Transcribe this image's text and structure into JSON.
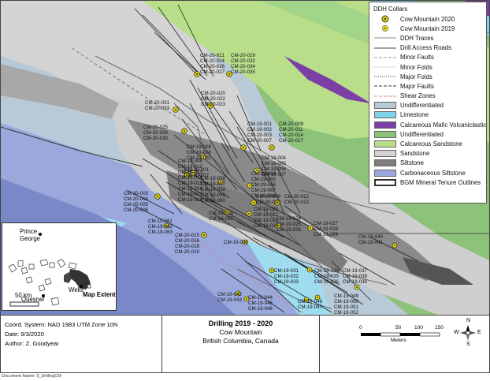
{
  "legend": {
    "title": "DDH Collars",
    "items": [
      {
        "label": "Cow Mountain 2020",
        "kind": "collar2020"
      },
      {
        "label": "Cow Mountain 2019",
        "kind": "collar2019"
      },
      {
        "label": "DDH Traces",
        "kind": "line",
        "color": "#888888"
      },
      {
        "label": "Drill Access Roads",
        "kind": "line",
        "color": "#444444"
      },
      {
        "label": "Minor Faults",
        "kind": "dash",
        "color": "#999999"
      },
      {
        "label": "Minor Folds",
        "kind": "dot",
        "color": "#999999"
      },
      {
        "label": "Major Folds",
        "kind": "dot",
        "color": "#333333"
      },
      {
        "label": "Major Faults",
        "kind": "dash",
        "color": "#333333"
      },
      {
        "label": "Shear Zones",
        "kind": "dash",
        "color": "#e08080"
      },
      {
        "label": "Undifferentiated",
        "kind": "swatch",
        "color": "#b8cad8"
      },
      {
        "label": "Limestone",
        "kind": "swatch",
        "color": "#7fd3ea"
      },
      {
        "label": "Calcareous Mafic Volcaniclastic",
        "kind": "swatch",
        "color": "#7b3fa6"
      },
      {
        "label": "Undifferentiated",
        "kind": "swatch",
        "color": "#8cc27a"
      },
      {
        "label": "Calcareous Sandstone",
        "kind": "swatch",
        "color": "#b8de8a"
      },
      {
        "label": "Sandstone",
        "kind": "swatch",
        "color": "#d4d4d4"
      },
      {
        "label": "Siltstone",
        "kind": "swatch",
        "color": "#7d7d7d"
      },
      {
        "label": "Carbonaceous Siltstone",
        "kind": "swatch",
        "color": "#9aa8dc"
      },
      {
        "label": "BGM Mineral Tenure Outlines",
        "kind": "outline",
        "color": "#333333"
      }
    ]
  },
  "hole_labels": [
    {
      "lines": [
        "CM-20-021",
        "CM-20-024",
        "CM-20-026",
        "CM-20-027"
      ]
    },
    {
      "lines": [
        "CM-20-029",
        "CM-20-032",
        "CM-20-034",
        "CM-20-035"
      ]
    },
    {
      "lines": [
        "CM-20-020",
        "CM-20-022",
        "CM-20-023"
      ]
    },
    {
      "lines": [
        "CM-20-031",
        "CM-20-033"
      ]
    },
    {
      "lines": [
        "CM-19-001",
        "CM-19-002",
        "CM-19-003",
        "CM-20-007"
      ]
    },
    {
      "lines": [
        "CM-20-009",
        "CM-20-011",
        "CM-20-014",
        "CM-20-017"
      ]
    },
    {
      "lines": [
        "CM-20-025",
        "CM-20-028",
        "CM-20-030"
      ]
    },
    {
      "lines": [
        "CM-19-009",
        "CM-19-010",
        "CM-19-011"
      ]
    },
    {
      "lines": [
        "CM-19-004",
        "CM-19-005",
        "CM-19-006",
        "CM-19-007"
      ]
    },
    {
      "lines": [
        "CM-19-008",
        "CM-19-012",
        "CM-19-013",
        "CM-19-014",
        "CM-19-015",
        "CM-19-016",
        "CM-19-017",
        "CM-19-018"
      ]
    },
    {
      "lines": [
        "CM-20-001",
        "CM-20-002"
      ]
    },
    {
      "lines": [
        "CM-19-056",
        "CM-19-057",
        "CM-19-058",
        "CM-19-059",
        "CM-19-060"
      ]
    },
    {
      "lines": [
        "CM-19-064",
        "CM-19-065",
        "CM-19-066",
        "CM-19-067",
        "CM-19-068"
      ]
    },
    {
      "lines": [
        "CM-20-008",
        "CM-20-010"
      ]
    },
    {
      "lines": [
        "CM-20-012",
        "CM-20-013"
      ]
    },
    {
      "lines": [
        "CM-20-003",
        "CM-20-004",
        "CM-20-005",
        "CM-20-006"
      ]
    },
    {
      "lines": [
        "CM-19-019",
        "CM-19-055"
      ]
    },
    {
      "lines": [
        "CM-19-020",
        "CM-19-021",
        "CM-19-022",
        "CM-19-023"
      ]
    },
    {
      "lines": [
        "CM-19-024",
        "CM-19-025",
        "CM-19-026"
      ]
    },
    {
      "lines": [
        "CM-19-027",
        "CM-19-028",
        "CM-19-029"
      ]
    },
    {
      "lines": [
        "CM-19-061",
        "CM-19-062",
        "CM-19-063"
      ]
    },
    {
      "lines": [
        "CM-20-015",
        "CM-20-016",
        "CM-20-018",
        "CM-20-019"
      ]
    },
    {
      "lines": [
        "CM-19-030"
      ]
    },
    {
      "lines": [
        "CM-19-040",
        "CM-19-041"
      ]
    },
    {
      "lines": [
        "CM-19-031",
        "CM-19-032",
        "CM-19-033"
      ]
    },
    {
      "lines": [
        "CM-19-034",
        "CM-19-035",
        "CM-19-036"
      ]
    },
    {
      "lines": [
        "CM-19-037",
        "CM-19-038",
        "CM-19-039"
      ]
    },
    {
      "lines": [
        "CM-19-042",
        "CM-19-043"
      ]
    },
    {
      "lines": [
        "CM-19-044",
        "CM-19-045",
        "CM-19-046"
      ]
    },
    {
      "lines": [
        "CM-19-048",
        "CM-19-047"
      ]
    },
    {
      "lines": [
        "CM-19-049",
        "CM-19-050",
        "CM-19-051",
        "CM-19-052",
        "CM-19-053",
        "CM-19-054"
      ]
    }
  ],
  "inset": {
    "places": [
      "Prince George",
      "Quesnel",
      "Wells",
      "Map Extent"
    ],
    "scale_label": "50 km"
  },
  "footer": {
    "coord_system": "Coord. System: NAD 1983 UTM Zone 10N",
    "date": "Date: 9/3/2020",
    "author": "Author: Z. Goodyear",
    "title": "Drilling 2019 - 2020",
    "subtitle": "Cow Mountain",
    "region": "British Columbia, Canada",
    "scale_ticks": [
      "0",
      "50",
      "100",
      "150"
    ],
    "scale_unit": "Meters",
    "north": "N",
    "east": "E",
    "south": "S",
    "west": "W"
  },
  "doc_name": "Document Name: 9_DrillingCM"
}
